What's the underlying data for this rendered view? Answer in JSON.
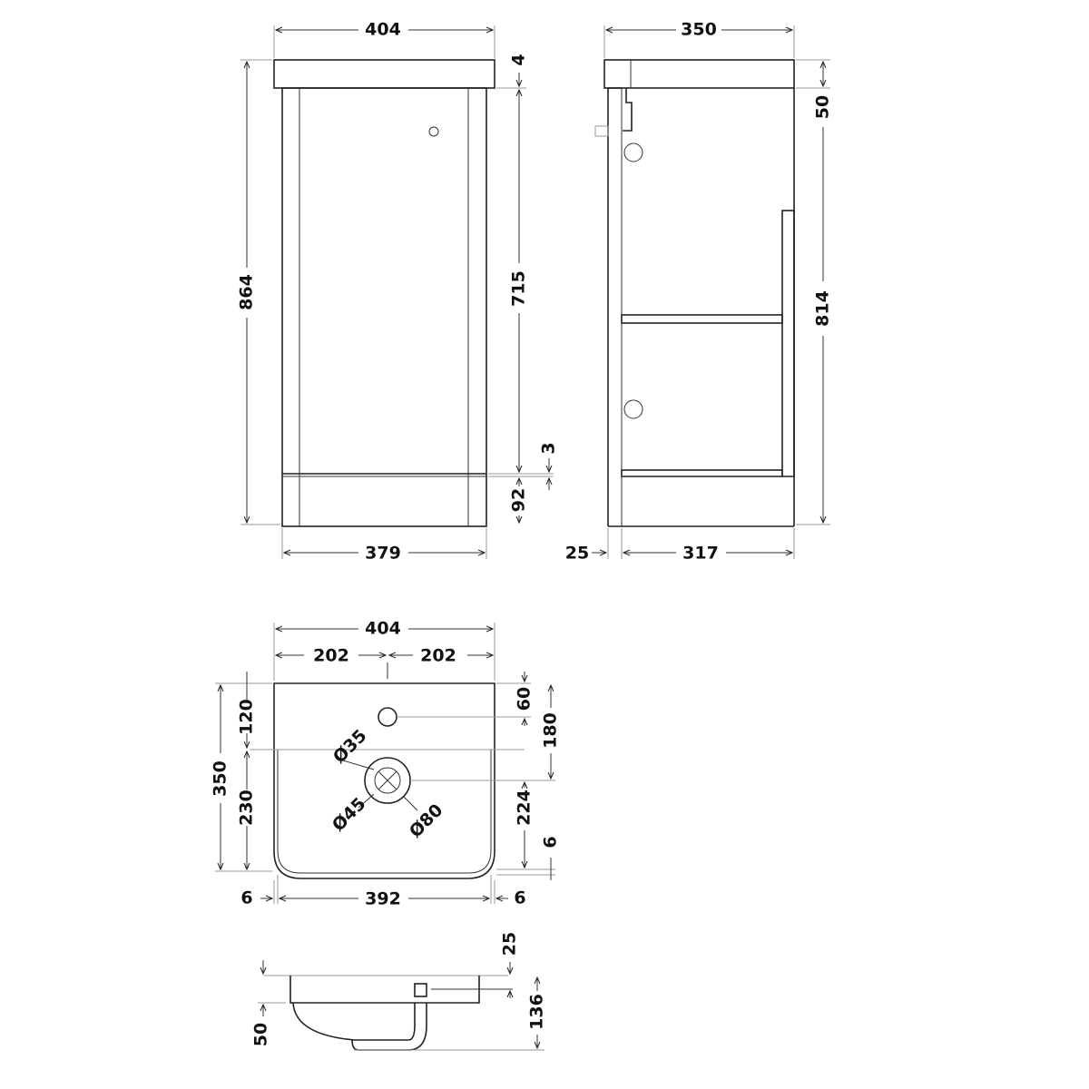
{
  "front_view": {
    "width_top": "404",
    "height_total": "864",
    "door_height": "715",
    "gap_top": "4",
    "gap_bottom": "3",
    "plinth": "92",
    "width_body": "379"
  },
  "side_view": {
    "depth_top": "350",
    "top_thickness": "50",
    "body_height": "814",
    "door_thickness": "25",
    "body_depth": "317"
  },
  "basin_top_view": {
    "width": "404",
    "half_left": "202",
    "half_right": "202",
    "depth": "350",
    "tap_offset": "120",
    "bowl_depth": "230",
    "tap_hole_dia": "60",
    "waste_offset": "180",
    "waste_to_edge": "224",
    "edge": "6",
    "tap_dia_label": "Ø35",
    "waste_dia_label": "Ø45",
    "waste_outer_label": "Ø80",
    "edge_left": "6",
    "inner_width": "392",
    "edge_right": "6"
  },
  "basin_side_view": {
    "rim": "25",
    "overall_height": "136",
    "top_height": "50"
  }
}
